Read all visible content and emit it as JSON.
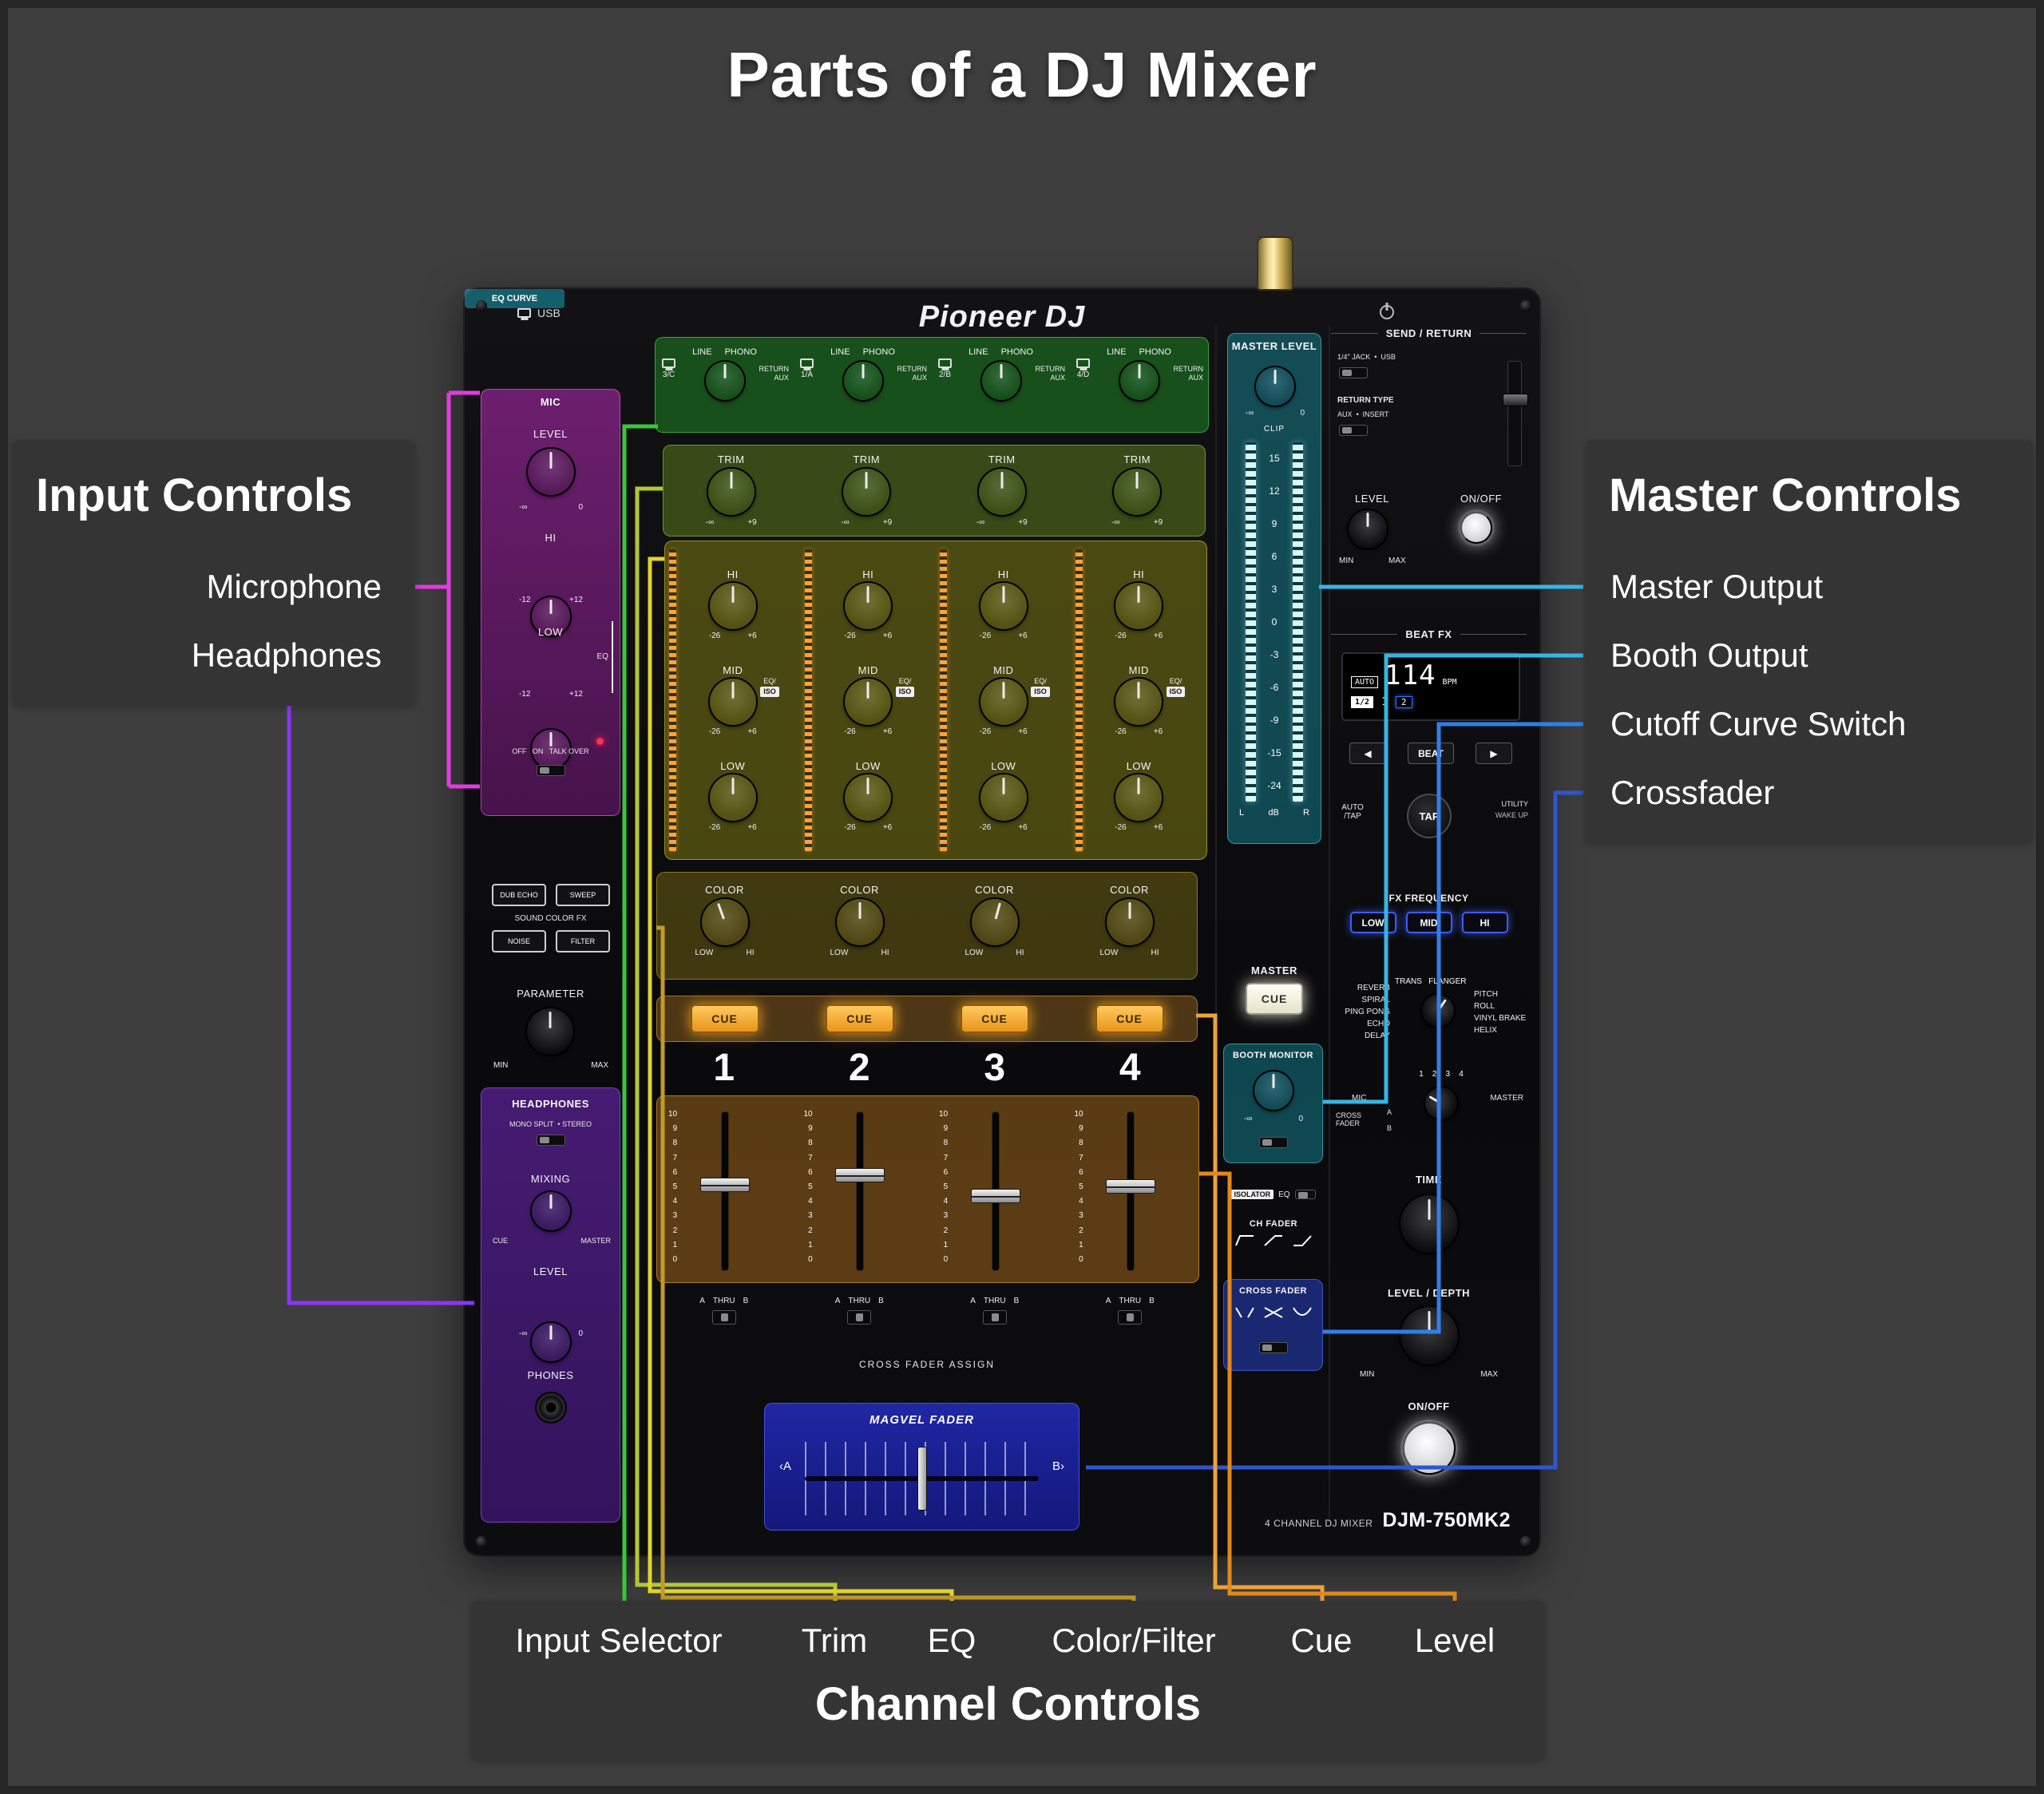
{
  "title": "Parts of a DJ Mixer",
  "annotations": {
    "input_controls": {
      "heading": "Input Controls",
      "items": [
        {
          "label": "Microphone"
        },
        {
          "label": "Headphones"
        }
      ]
    },
    "master_controls": {
      "heading": "Master Controls",
      "items": [
        {
          "label": "Master Output"
        },
        {
          "label": "Booth Output"
        },
        {
          "label": "Cutoff Curve Switch"
        },
        {
          "label": "Crossfader"
        }
      ]
    },
    "channel_controls": {
      "heading": "Channel Controls",
      "items": [
        {
          "label": "Input Selector"
        },
        {
          "label": "Trim"
        },
        {
          "label": "EQ"
        },
        {
          "label": "Color/Filter"
        },
        {
          "label": "Cue"
        },
        {
          "label": "Level"
        }
      ]
    }
  },
  "mixer": {
    "brand": "Pioneer DJ",
    "usb": "USB",
    "model": "DJM-750MK2",
    "model_desc": "4 CHANNEL DJ MIXER",
    "mic": {
      "title": "MIC",
      "level": "LEVEL",
      "neg_inf": "-∞",
      "zero": "0",
      "hi": "HI",
      "low": "LOW",
      "minus12": "-12",
      "plus12": "+12",
      "eq": "EQ",
      "switch_row": "OFF   ON   TALK OVER"
    },
    "sound_color_fx": {
      "title": "SOUND COLOR FX",
      "buttons": [
        "DUB ECHO",
        "SWEEP",
        "NOISE",
        "FILTER"
      ],
      "parameter": "PARAMETER",
      "min": "MIN",
      "max": "MAX"
    },
    "headphones": {
      "title": "HEADPHONES",
      "mono_row": "MONO SPLIT  • STEREO",
      "mixing": "MIXING",
      "cue": "CUE",
      "master": "MASTER",
      "level": "LEVEL",
      "neg_inf": "-∞",
      "zero": "0",
      "phones": "PHONES"
    },
    "channel_shared": {
      "line": "LINE",
      "phono": "PHONO",
      "return_aux": "RETURN\nAUX",
      "trim": "TRIM",
      "trim_min": "-∞",
      "trim_max": "+9",
      "hi": "HI",
      "mid": "MID",
      "low": "LOW",
      "eq_min": "-26",
      "eq_max": "+6",
      "eq_slash": "EQ/",
      "iso": "ISO",
      "color": "COLOR",
      "color_min": "LOW",
      "color_max": "HI",
      "cue": "CUE",
      "fader_scale": [
        "10",
        "9",
        "8",
        "7",
        "6",
        "5",
        "4",
        "3",
        "2",
        "1",
        "0"
      ],
      "assign_a": "A",
      "assign_thru": "THRU",
      "assign_b": "B"
    },
    "channels": [
      {
        "number": "1",
        "source": "3/C"
      },
      {
        "number": "2",
        "source": "1/A"
      },
      {
        "number": "3",
        "source": "2/B"
      },
      {
        "number": "4",
        "source": "4/D"
      }
    ],
    "crossfader_assign": "CROSS FADER ASSIGN",
    "magvel": {
      "brand": "MAGVEL FADER",
      "a": "‹A",
      "b": "B›"
    },
    "master_level": {
      "title": "MASTER LEVEL",
      "neg_inf": "-∞",
      "zero": "0",
      "clip": "CLIP",
      "ticks": [
        "15",
        "12",
        "9",
        "6",
        "3",
        "0",
        "-3",
        "-6",
        "-9",
        "-15",
        "-24"
      ],
      "l": "L",
      "db": "dB",
      "r": "R"
    },
    "master_cue": {
      "master": "MASTER",
      "cue": "CUE"
    },
    "booth": {
      "title": "BOOTH MONITOR",
      "neg_inf": "-∞",
      "zero": "0"
    },
    "eq_curve": {
      "title": "EQ CURVE",
      "isolator": "ISOLATOR",
      "eq": "EQ"
    },
    "ch_fader": "CH FADER",
    "cross_fader": "CROSS FADER",
    "send_return": {
      "title": "SEND / RETURN",
      "jack_row": "1/4\" JACK  •  USB",
      "return_type": "RETURN TYPE",
      "return_row": "AUX  •  INSERT",
      "level": "LEVEL",
      "min": "MIN",
      "max": "MAX",
      "on_off": "ON/OFF"
    },
    "beat_fx": {
      "title": "BEAT FX",
      "auto": "AUTO",
      "bpm_value": "114",
      "bpm": "BPM",
      "beat_frac": "1/2",
      "bar1": "1",
      "bar2": "2",
      "left": "◀",
      "beat": "BEAT",
      "right": "▶",
      "auto_tap": "AUTO\n/TAP",
      "tap": "TAP",
      "utility": "UTILITY",
      "wake_up": "WAKE UP",
      "fx_frequency": "FX FREQUENCY",
      "low": "LOW",
      "mid": "MID",
      "hi": "HI",
      "fx_left": [
        "REVERB",
        "SPIRAL",
        "PING PONG",
        "ECHO",
        "DELAY"
      ],
      "fx_top": [
        "TRANS",
        "FLANGER"
      ],
      "fx_right": [
        "PITCH",
        "ROLL",
        "VINYL BRAKE",
        "HELIX"
      ],
      "ch_select": [
        "1",
        "2",
        "3",
        "4"
      ],
      "mic": "MIC",
      "master": "MASTER",
      "cross_fader": "CROSS\nFADER",
      "a": "A",
      "b": "B",
      "time": "TIME",
      "level_depth": "LEVEL / DEPTH",
      "min": "MIN",
      "max": "MAX",
      "on_off": "ON/OFF"
    }
  }
}
